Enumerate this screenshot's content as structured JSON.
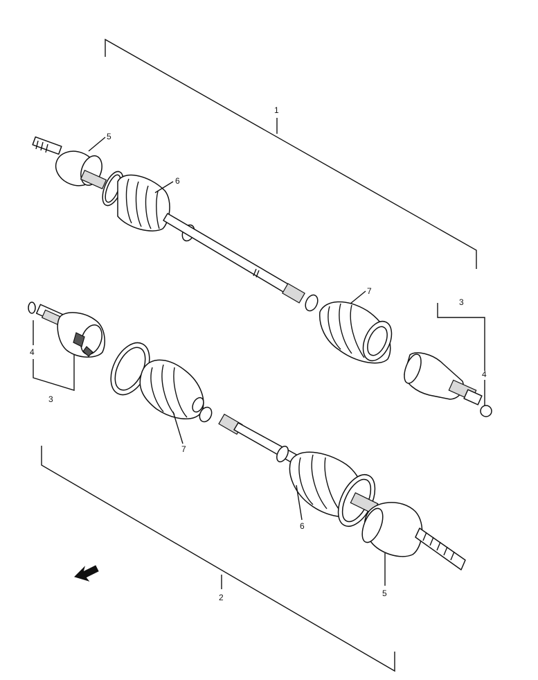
{
  "callouts": {
    "c1": "1",
    "c2": "2",
    "c3a": "3",
    "c3b": "3",
    "c4a": "4",
    "c4b": "4",
    "c5a": "5",
    "c5b": "5",
    "c6a": "6",
    "c6b": "6",
    "c7a": "7",
    "c7b": "7"
  },
  "icons": {
    "direction": "front-direction-arrow-icon"
  }
}
